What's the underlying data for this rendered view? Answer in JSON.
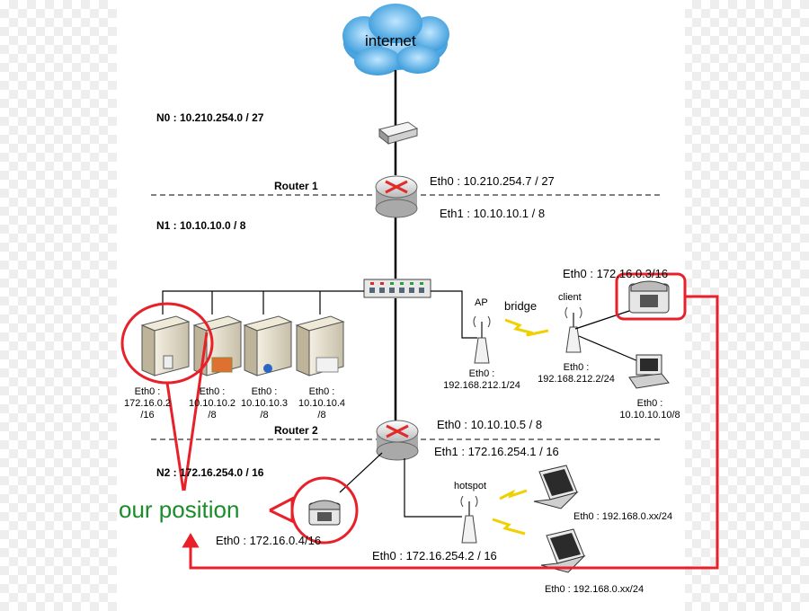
{
  "cloud": {
    "label": "internet"
  },
  "networks": {
    "n0": "N0 : 10.210.254.0 / 27",
    "n1": "N1 : 10.10.10.0 / 8",
    "n2": "N2 : 172.16.254.0 / 16"
  },
  "router1": {
    "title": "Router 1",
    "eth0": "Eth0 : 10.210.254.7 / 27",
    "eth1": "Eth1 : 10.10.10.1 / 8"
  },
  "router2": {
    "title": "Router 2",
    "eth0": "Eth0 : 10.10.10.5 / 8",
    "eth1": "Eth1 : 172.16.254.1 / 16"
  },
  "servers": [
    {
      "l1": "Eth0 :",
      "l2": "172.16.0.2",
      "l3": "/16"
    },
    {
      "l1": "Eth0 :",
      "l2": "10.10.10.2",
      "l3": "/8"
    },
    {
      "l1": "Eth0 :",
      "l2": "10.10.10.3",
      "l3": "/8"
    },
    {
      "l1": "Eth0 :",
      "l2": "10.10.10.4",
      "l3": "/8"
    }
  ],
  "wireless": {
    "ap_label": "AP",
    "bridge_label": "bridge",
    "ap_eth_l1": "Eth0 :",
    "ap_eth_l2": "192.168.212.1/24",
    "client_label": "client",
    "client_eth_l1": "Eth0 :",
    "client_eth_l2": "192.168.212.2/24",
    "client_phone_eth": "Eth0 : 172.16.0.3/16",
    "pc_eth_l1": "Eth0 :",
    "pc_eth_l2": "10.10.10.10/8"
  },
  "hotspot": {
    "label": "hotspot",
    "eth": "Eth0 : 172.16.254.2 / 16",
    "laptop1": "Eth0 : 192.168.0.xx/24",
    "laptop2": "Eth0 : 192.168.0.xx/24"
  },
  "phone": {
    "eth": "Eth0 : 172.16.0.4/16"
  },
  "annotation": {
    "text": "our position",
    "color": "#1a8c2a",
    "marker": "#e8202a"
  }
}
